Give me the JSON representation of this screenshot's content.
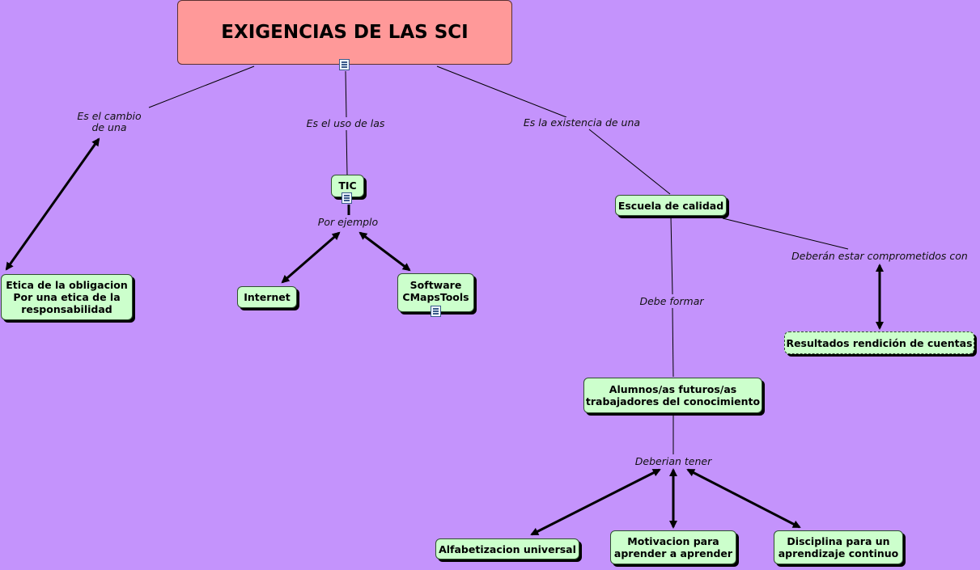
{
  "diagram": {
    "title": "EXIGENCIAS DE LAS SCI",
    "links": {
      "cambio": "Es el cambio\nde una",
      "uso": "Es el uso de las",
      "existencia": "Es la existencia de una",
      "ejemplo": "Por ejemplo",
      "formar": "Debe formar",
      "comprometidos": "Deberán estar comprometidos con",
      "tener": "Deberian tener"
    },
    "nodes": {
      "etica": "Etica de la obligacion\nPor una etica de la\nresponsabilidad",
      "tic": "TIC",
      "internet": "Internet",
      "software": "Software\nCMapsTools",
      "escuela": "Escuela de calidad",
      "resultados": "Resultados rendición de cuentas",
      "alumnos": "Alumnos/as futuros/as\ntrabajadores del conocimiento",
      "alfabetizacion": "Alfabetizacion universal",
      "motivacion": "Motivacion para\naprender a aprender",
      "disciplina": "Disciplina para un\naprendizaje continuo"
    },
    "icons": [
      "document-icon",
      "document-icon",
      "document-icon"
    ]
  }
}
